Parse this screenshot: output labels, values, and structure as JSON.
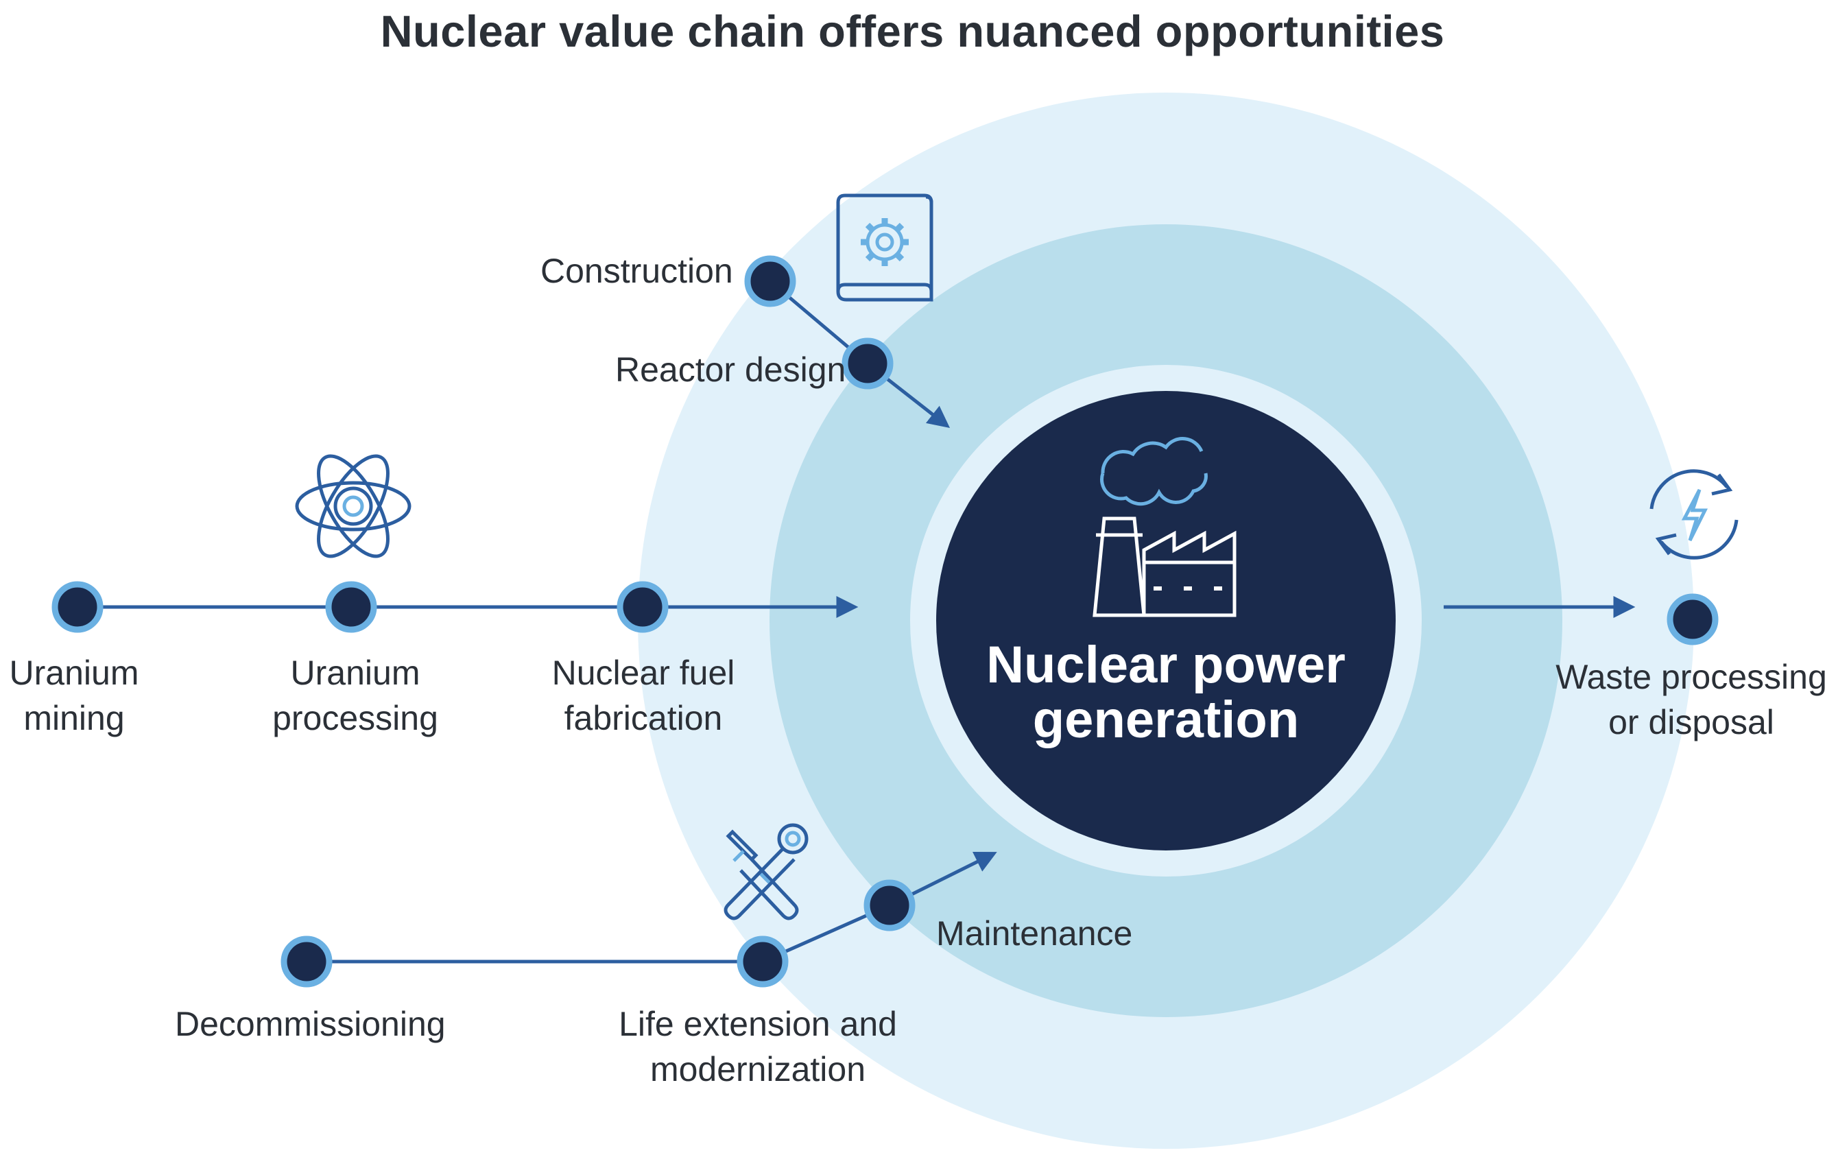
{
  "title": "Nuclear value chain offers nuanced opportunities",
  "center": {
    "line1": "Nuclear power",
    "line2": "generation",
    "icon": "nuclear-plant-icon"
  },
  "stages": {
    "uranium_mining": {
      "line1": "Uranium",
      "line2": "mining"
    },
    "uranium_processing": {
      "line1": "Uranium",
      "line2": "processing",
      "icon": "atom-icon"
    },
    "nuclear_fuel_fabrication": {
      "line1": "Nuclear fuel",
      "line2": "fabrication"
    },
    "construction": {
      "label": "Construction",
      "icon": "blueprint-gear-icon"
    },
    "reactor_design": {
      "label": "Reactor design"
    },
    "waste_processing": {
      "line1": "Waste processing",
      "line2": "or disposal",
      "icon": "recycle-energy-icon"
    },
    "decommissioning": {
      "label": "Decommissioning"
    },
    "life_extension": {
      "line1": "Life extension and",
      "line2": "modernization",
      "icon": "tools-icon"
    },
    "maintenance": {
      "label": "Maintenance"
    }
  },
  "colors": {
    "navy": "#1a2a4c",
    "outer_ring": "#e1f1fa",
    "middle_ring": "#b9deec",
    "inner_ring": "#e1f1fa",
    "node_ring": "#6ab0e2",
    "line": "#2c5ea0",
    "icon_blue": "#2c5ea0",
    "icon_light": "#6ab0e2"
  }
}
